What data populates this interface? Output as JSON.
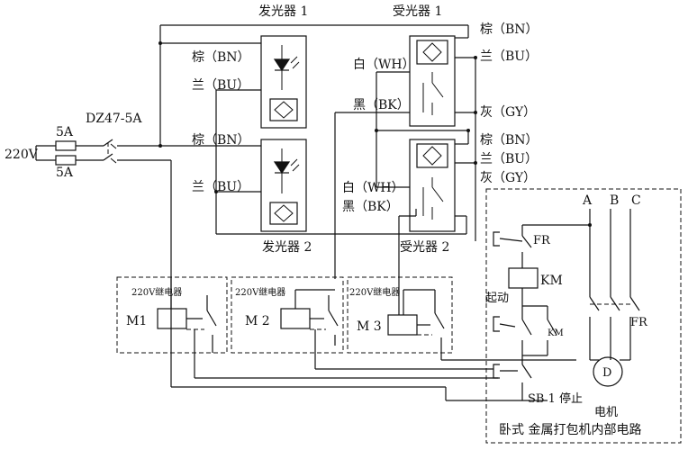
{
  "emitter1": "发光器 1",
  "receiver1": "受光器 1",
  "emitter2": "发光器 2",
  "receiver2": "受光器 2",
  "brown": "棕（BN）",
  "blue": "兰（BU）",
  "white": "白（WH）",
  "black": "黑（BK）",
  "gray": "灰（GY）",
  "voltage": "220V",
  "fuse1": "5A",
  "fuse2": "5A",
  "breaker": "DZ47-5A",
  "relay_box_label": "220V继电器",
  "m1": "M1",
  "m2": "M 2",
  "m3": "M 3",
  "phase_a": "A",
  "phase_b": "B",
  "phase_c": "C",
  "fr": "FR",
  "km": "KM",
  "start": "起动",
  "km_contact": "KM",
  "stop": "SB 1 停止",
  "motor_letter": "D",
  "motor": "电机",
  "panel_title": "卧式 金属打包机内部电路"
}
